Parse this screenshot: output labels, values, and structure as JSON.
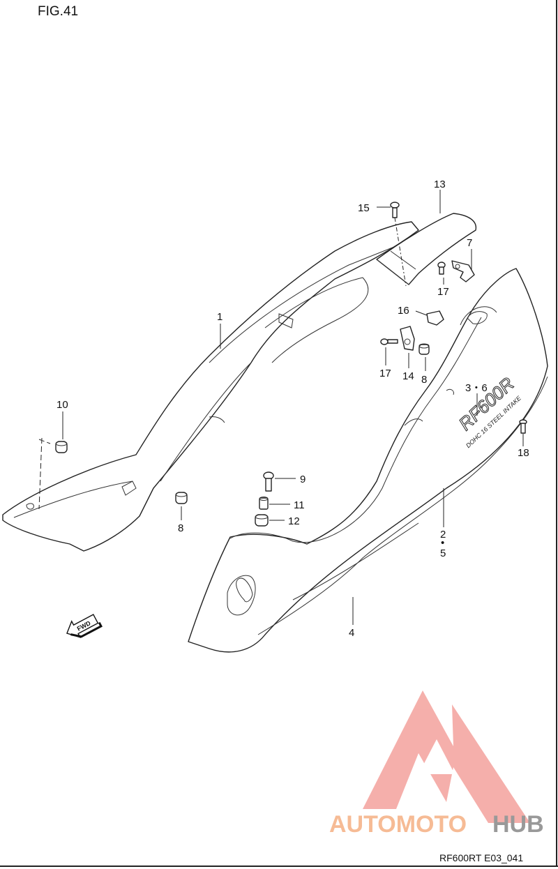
{
  "figure": {
    "title": "FIG.41",
    "code": "RF600RT E03_041"
  },
  "callouts": [
    {
      "id": "c1",
      "text": "1"
    },
    {
      "id": "c2",
      "text": "2"
    },
    {
      "id": "c2b",
      "text": "•"
    },
    {
      "id": "c5",
      "text": "5"
    },
    {
      "id": "c36",
      "text": "3・6"
    },
    {
      "id": "c4",
      "text": "4"
    },
    {
      "id": "c7",
      "text": "7"
    },
    {
      "id": "c8a",
      "text": "8"
    },
    {
      "id": "c8b",
      "text": "8"
    },
    {
      "id": "c9",
      "text": "9"
    },
    {
      "id": "c10",
      "text": "10"
    },
    {
      "id": "c11",
      "text": "11"
    },
    {
      "id": "c12",
      "text": "12"
    },
    {
      "id": "c13",
      "text": "13"
    },
    {
      "id": "c14",
      "text": "14"
    },
    {
      "id": "c15",
      "text": "15"
    },
    {
      "id": "c16",
      "text": "16"
    },
    {
      "id": "c17a",
      "text": "17"
    },
    {
      "id": "c17b",
      "text": "17"
    },
    {
      "id": "c18",
      "text": "18"
    }
  ],
  "fwd_arrow": {
    "text": "FWD"
  },
  "decal": {
    "model": "RF600R",
    "caption": "DOHC 16 STEEL INTAKE"
  },
  "watermark": {
    "part1": "AUTOMOTO",
    "part2": "HUB",
    "color_main": "#f4a7a2",
    "color_text1": "#f6b48a",
    "color_text2": "#8f8f8f"
  }
}
